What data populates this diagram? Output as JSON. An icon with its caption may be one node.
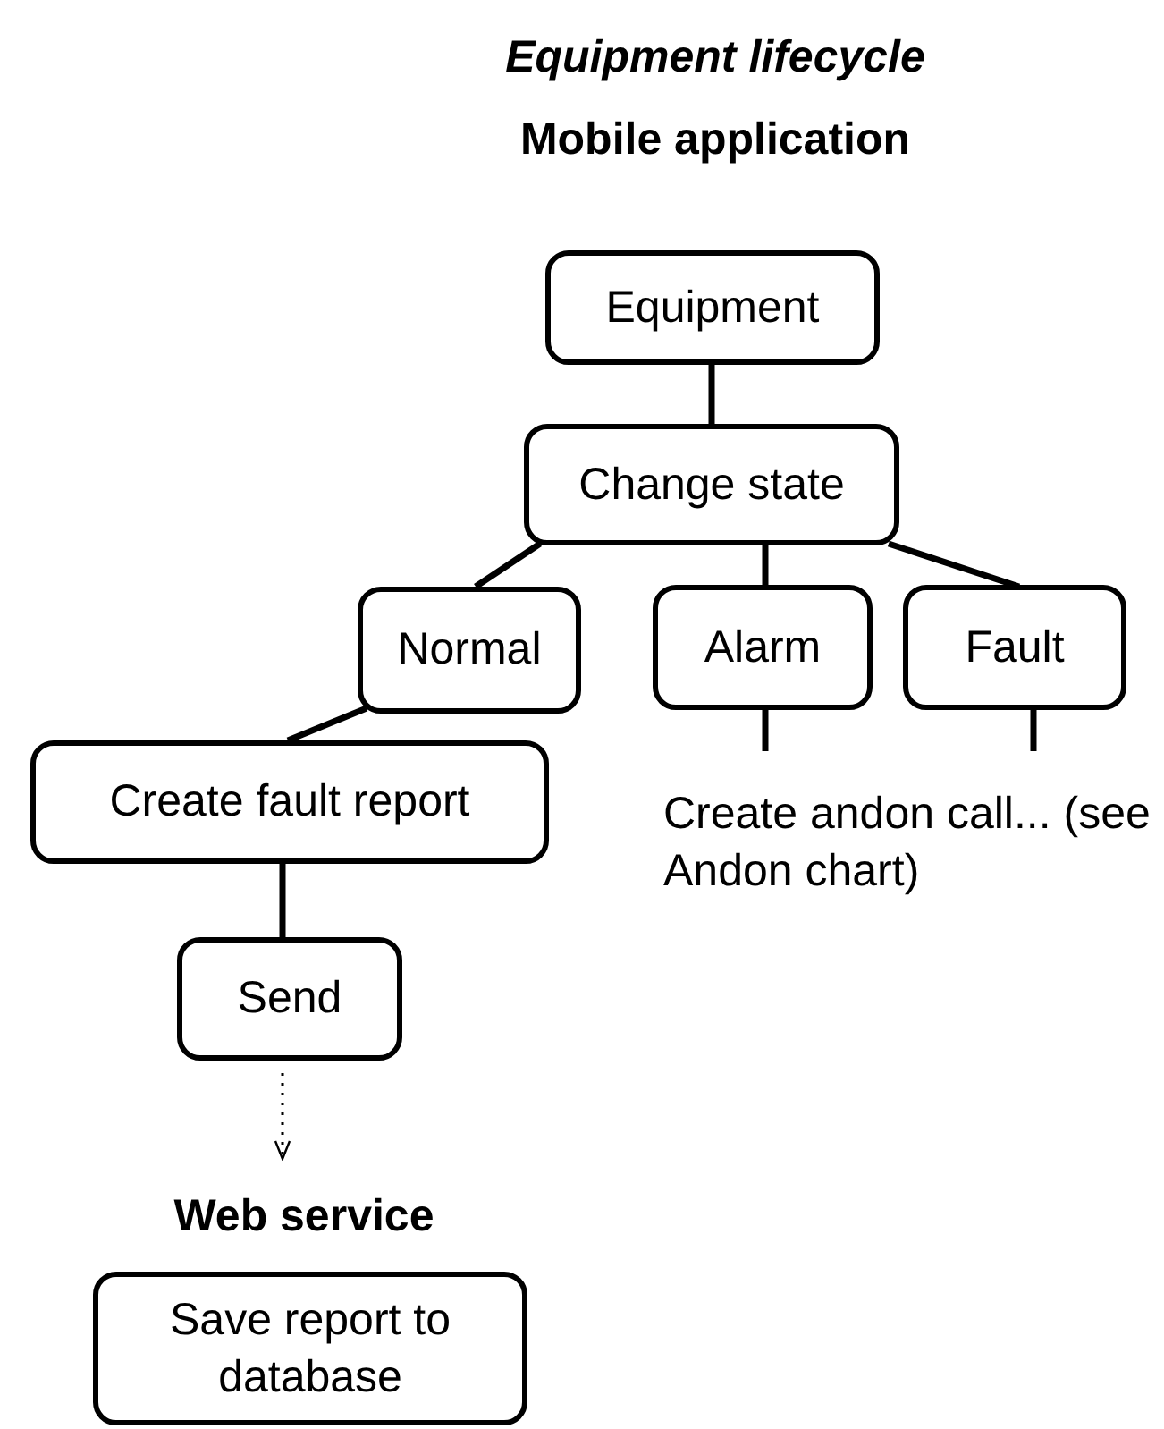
{
  "diagram": {
    "title": "Equipment lifecycle",
    "nodes": [
      {
        "text": [
          "Equipment"
        ]
      },
      {
        "text": [
          "Change state"
        ]
      },
      {
        "text": [
          "Normal"
        ]
      },
      {
        "text": [
          "Alarm"
        ]
      },
      {
        "text": [
          "Fault"
        ]
      },
      {
        "text": [
          "Create fault report"
        ]
      },
      {
        "text": [
          "Send"
        ]
      },
      {
        "text": [
          "Create andon call... (see Andon chart)"
        ]
      },
      {
        "text": [
          "Web service"
        ]
      },
      {
        "text": [
          "Save report to database"
        ]
      }
    ],
    "edges": [
      {
        "from": 0,
        "to": 1,
        "arrow": "none"
      },
      {
        "from": 1,
        "to": 2,
        "arrow": "none"
      },
      {
        "from": 1,
        "to": 3,
        "arrow": "none"
      },
      {
        "from": 1,
        "to": 4,
        "arrow": "none"
      },
      {
        "from": 2,
        "to": 5,
        "arrow": "none"
      },
      {
        "from": 5,
        "to": 6,
        "arrow": "none"
      },
      {
        "from": 3,
        "to": 7,
        "arrow": "none"
      },
      {
        "from": 4,
        "to": 7,
        "arrow": "none"
      },
      {
        "from": 6,
        "to": 8,
        "arrow": "to",
        "style": "dashed"
      }
    ],
    "labels": [
      "Mobile application"
    ]
  }
}
